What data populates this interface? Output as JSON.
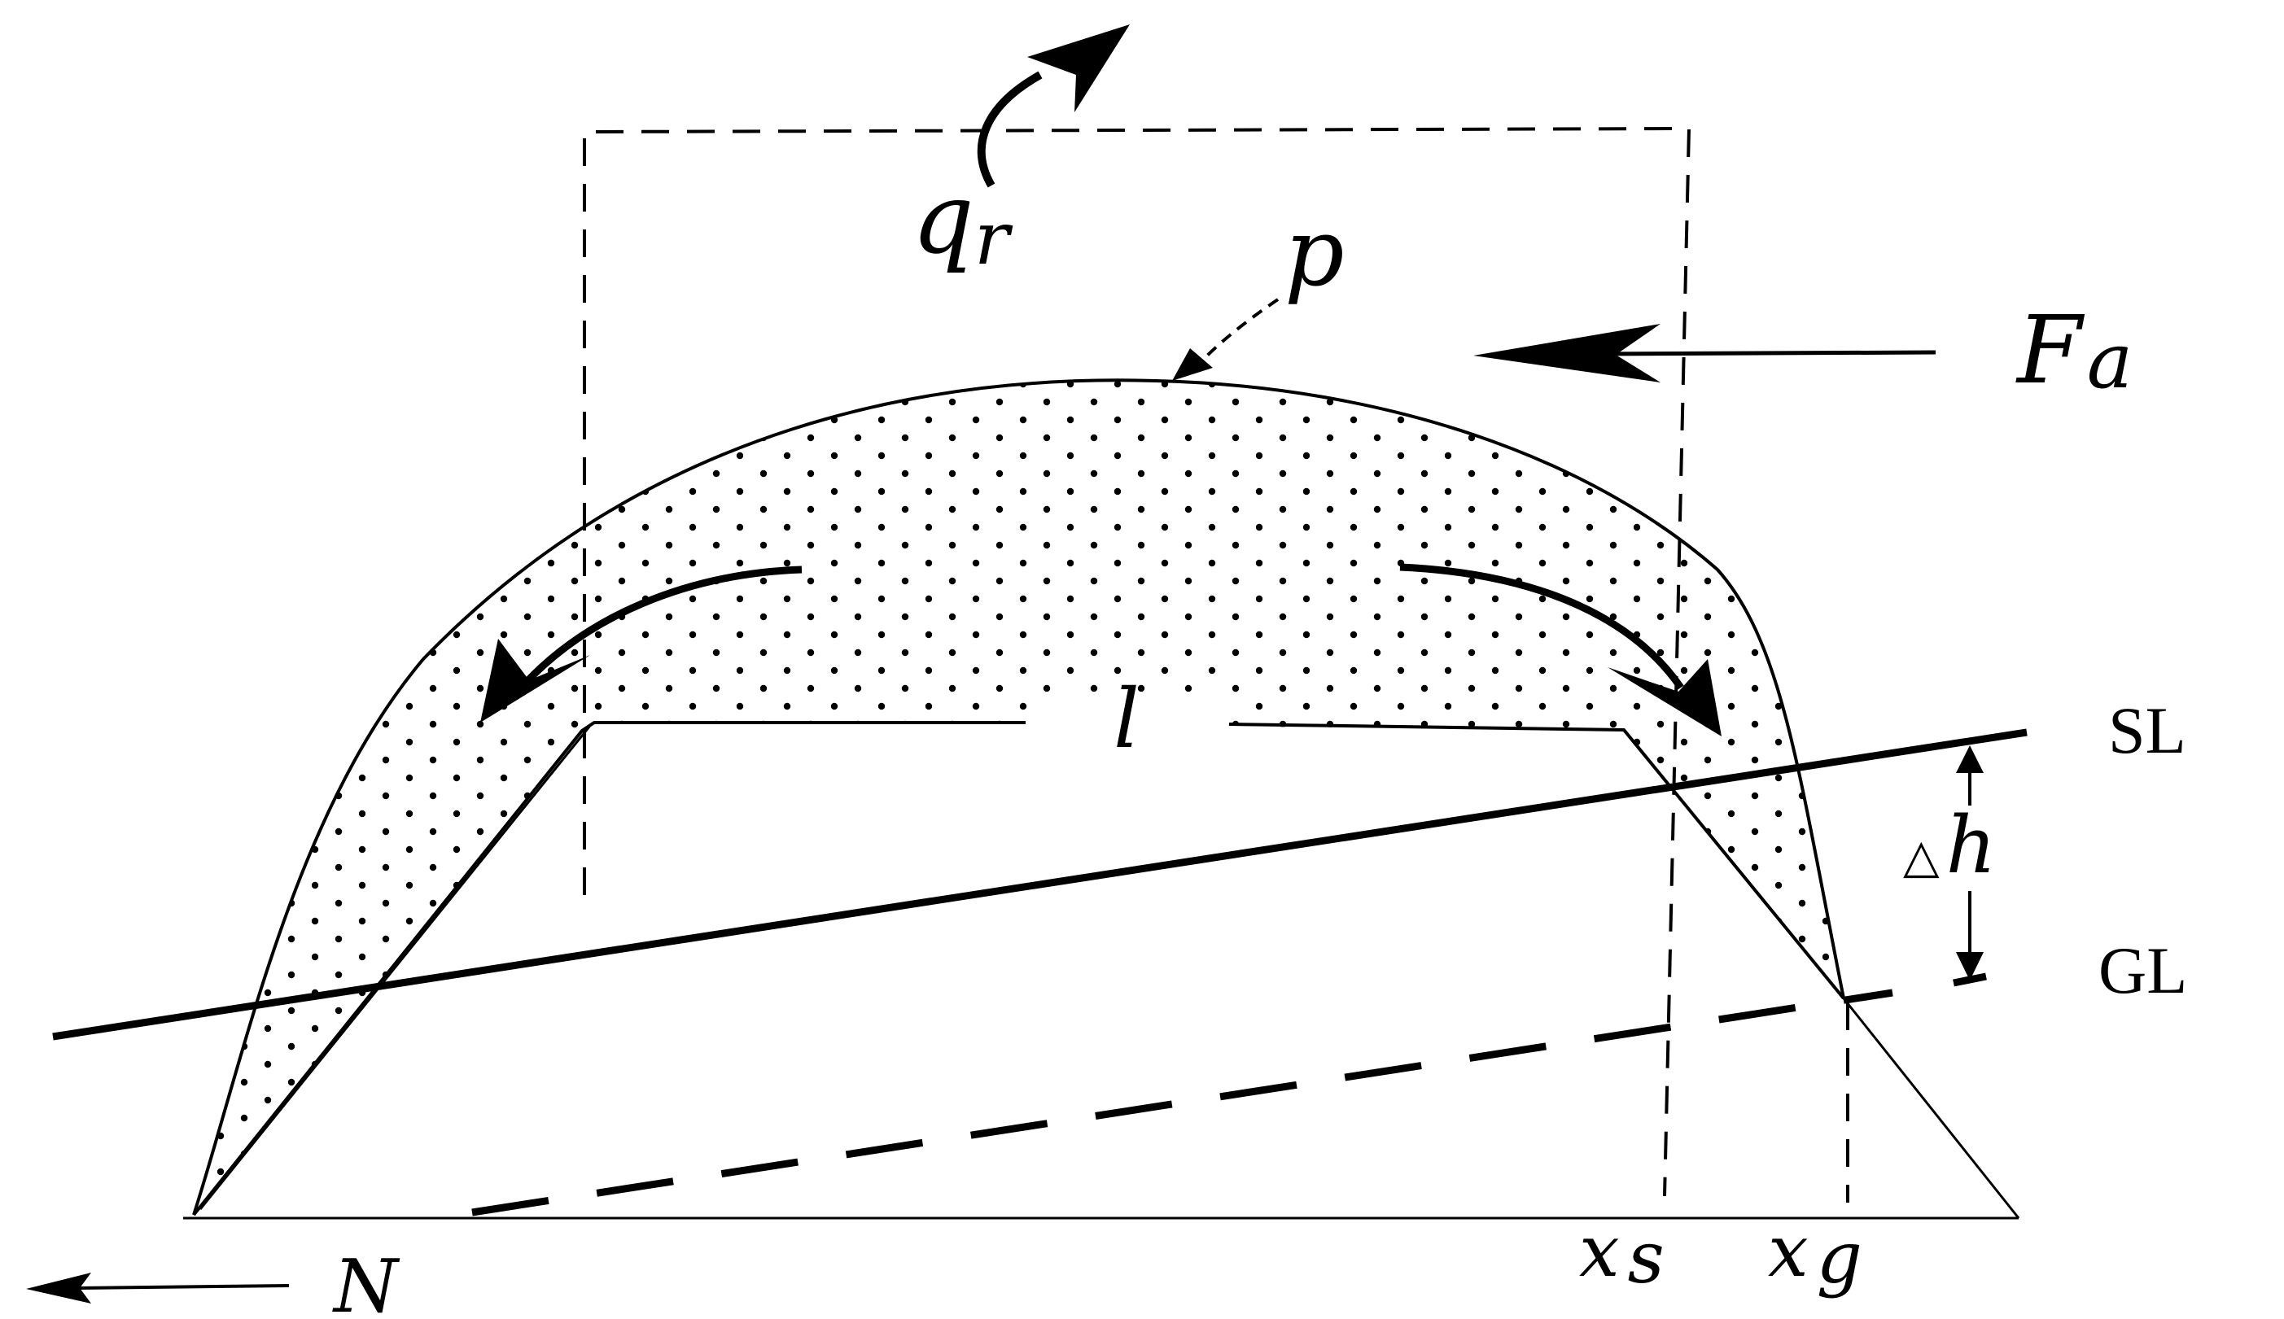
{
  "labels": {
    "q": "q",
    "q_sub": "r",
    "p": "p",
    "F": "F",
    "F_sub": "a",
    "l": "l",
    "SL": "SL",
    "delta": "△",
    "h": "h",
    "GL": "GL",
    "x_s": "x",
    "x_s_sub": "s",
    "x_g": "x",
    "x_g_sub": "g",
    "N": "N"
  },
  "colors": {
    "ink": "#000000",
    "background": "#ffffff"
  }
}
